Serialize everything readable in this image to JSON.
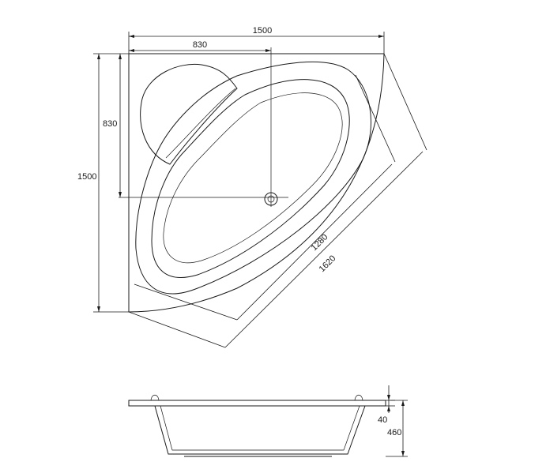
{
  "top_view": {
    "overall_width": "1500",
    "half_width": "830",
    "half_depth": "830",
    "overall_depth": "1500",
    "inner_diagonal": "1280",
    "outer_diagonal": "1620"
  },
  "side_view": {
    "rim_thickness": "40",
    "total_height": "460"
  }
}
